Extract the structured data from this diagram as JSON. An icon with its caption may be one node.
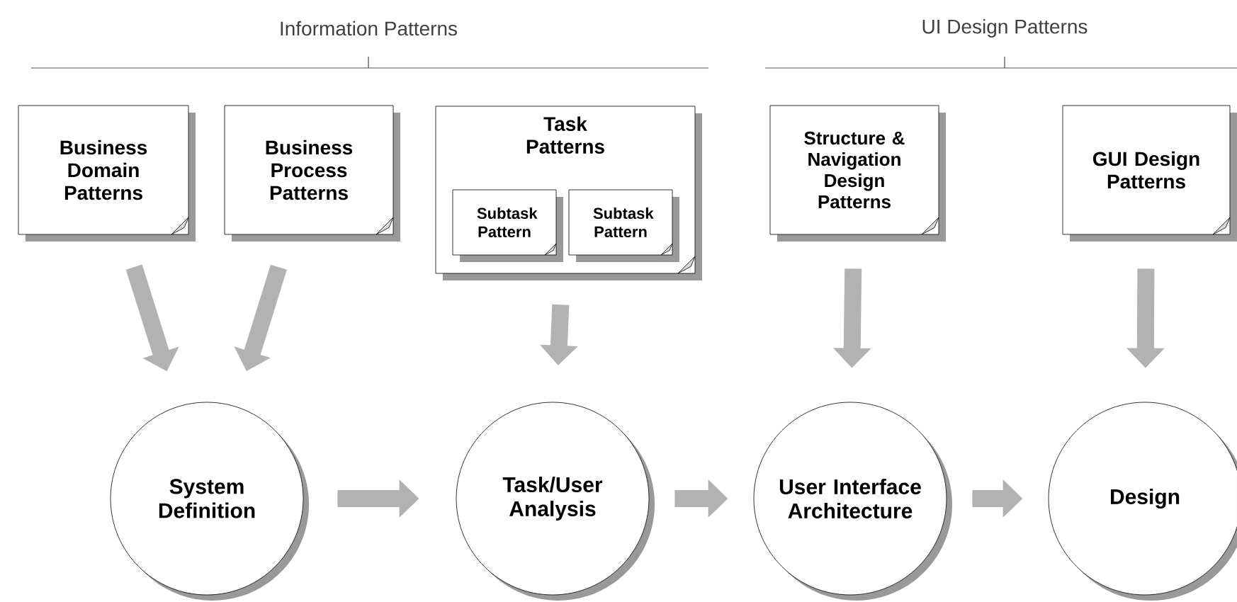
{
  "diagram": {
    "nodes": [
      {
        "text": [
          "Business Domain Patterns"
        ]
      },
      {
        "text": [
          "Business Process Patterns"
        ]
      },
      {
        "text": [
          "Task Patterns"
        ]
      },
      {
        "text": [
          "Subtask Pattern"
        ],
        "in": 2
      },
      {
        "text": [
          "Subtask Pattern"
        ],
        "in": 2
      },
      {
        "text": [
          "Structure & Navigation Design Patterns"
        ]
      },
      {
        "text": [
          "GUI Design Patterns"
        ]
      },
      {
        "text": [
          "System Definition"
        ]
      },
      {
        "text": [
          "Task/User Analysis"
        ]
      },
      {
        "text": [
          "User Interface Architecture"
        ]
      },
      {
        "text": [
          "Design"
        ]
      }
    ],
    "edges": [
      {
        "from": 0,
        "to": 7,
        "arrow": "to"
      },
      {
        "from": 1,
        "to": 7,
        "arrow": "to"
      },
      {
        "from": 2,
        "to": 8,
        "arrow": "to"
      },
      {
        "from": 5,
        "to": 9,
        "arrow": "to"
      },
      {
        "from": 6,
        "to": 10,
        "arrow": "to"
      },
      {
        "from": 7,
        "to": 8,
        "arrow": "to"
      },
      {
        "from": 8,
        "to": 9,
        "arrow": "to"
      },
      {
        "from": 9,
        "to": 10,
        "arrow": "to"
      }
    ],
    "labels": [
      "Information Patterns",
      "UI Design Patterns"
    ]
  }
}
